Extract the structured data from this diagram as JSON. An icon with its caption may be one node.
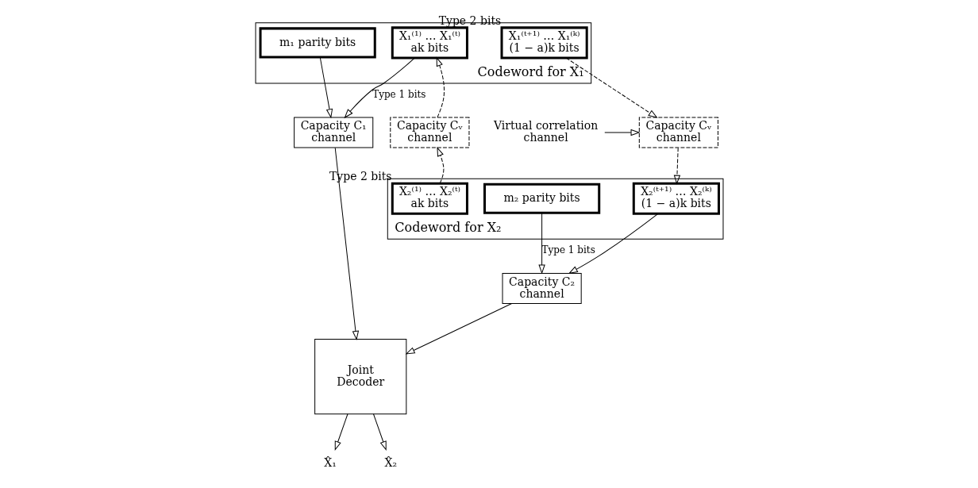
{
  "diagram": {
    "nodes": [
      {
        "text": [
          "Codeword for X₁"
        ]
      },
      {
        "text": [
          "X₁⁽¹⁾ … X₁⁽ᵗ⁾",
          "ak bits"
        ],
        "in": 0
      },
      {
        "text": [
          "X₁⁽ᵗ⁺¹⁾ … X₁⁽ᵏ⁾",
          "(1 − a)k bits"
        ],
        "in": 0,
        "beside": [
          "Type 2 bits"
        ]
      },
      {
        "text": [
          "m₁ parity bits"
        ],
        "in": 0
      },
      {
        "text": [
          "Capacity C₁ channel"
        ]
      },
      {
        "text": [
          "Capacity Cᵥ channel"
        ]
      },
      {
        "text": [
          "Capacity Cᵥ channel"
        ]
      },
      {
        "text": [
          "Virtual correlation channel"
        ]
      },
      {
        "text": [
          "Codeword for X₂"
        ]
      },
      {
        "text": [
          "X₂⁽¹⁾ … X₂⁽ᵗ⁾",
          "ak bits"
        ],
        "in": 8,
        "beside": [
          "Type 2 bits"
        ]
      },
      {
        "text": [
          "X₂⁽ᵗ⁺¹⁾ … X₂⁽ᵏ⁾",
          "(1 − a)k bits"
        ],
        "in": 8
      },
      {
        "text": [
          "m₂ parity bits"
        ],
        "in": 8
      },
      {
        "text": [
          "Capacity C₂ channel"
        ]
      },
      {
        "text": [
          "Joint Decoder"
        ]
      },
      {
        "text": [
          "X̂₁"
        ]
      },
      {
        "text": [
          "X̂₂"
        ]
      }
    ],
    "edges": [
      {
        "from": 1,
        "to": 4,
        "arrow": "to",
        "label": "Type 1 bits"
      },
      {
        "from": 3,
        "to": 4,
        "arrow": "to"
      },
      {
        "from": 9,
        "to": 5,
        "arrow": "to",
        "style": "dashed"
      },
      {
        "from": 5,
        "to": 1,
        "arrow": "to",
        "style": "dashed"
      },
      {
        "from": 2,
        "to": 6,
        "arrow": "to",
        "style": "dashed"
      },
      {
        "from": 6,
        "to": 10,
        "arrow": "to",
        "style": "dashed"
      },
      {
        "from": 7,
        "to": 6,
        "arrow": "to"
      },
      {
        "from": 10,
        "to": 12,
        "arrow": "to"
      },
      {
        "from": 11,
        "to": 12,
        "arrow": "to",
        "label": "Type 1 bits"
      },
      {
        "from": 4,
        "to": 13,
        "arrow": "to"
      },
      {
        "from": 12,
        "to": 13,
        "arrow": "to"
      },
      {
        "from": 13,
        "to": 14,
        "arrow": "to"
      },
      {
        "from": 13,
        "to": 15,
        "arrow": "to"
      }
    ]
  }
}
